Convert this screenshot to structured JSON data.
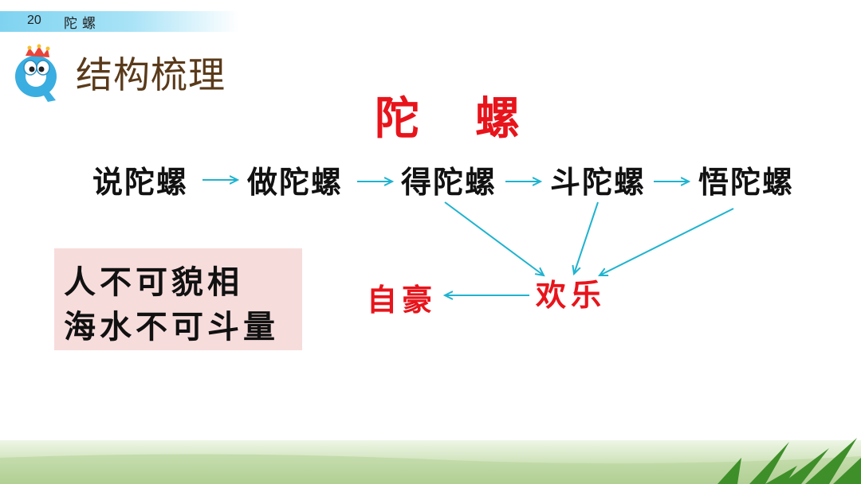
{
  "header": {
    "lesson_number": "20",
    "lesson_title": "陀螺"
  },
  "section": {
    "icon": "q-mascot-icon",
    "title": "结构梳理"
  },
  "diagram": {
    "title": "陀螺",
    "steps": [
      "说陀螺",
      "做陀螺",
      "得陀螺",
      "斗陀螺",
      "悟陀螺"
    ],
    "feeling": "欢乐",
    "result": "自豪",
    "arrow_color": "#1fb3cf",
    "highlight_color": "#e8141b"
  },
  "idioms": {
    "line1": "人不可貌相",
    "line2": "海水不可斗量"
  }
}
